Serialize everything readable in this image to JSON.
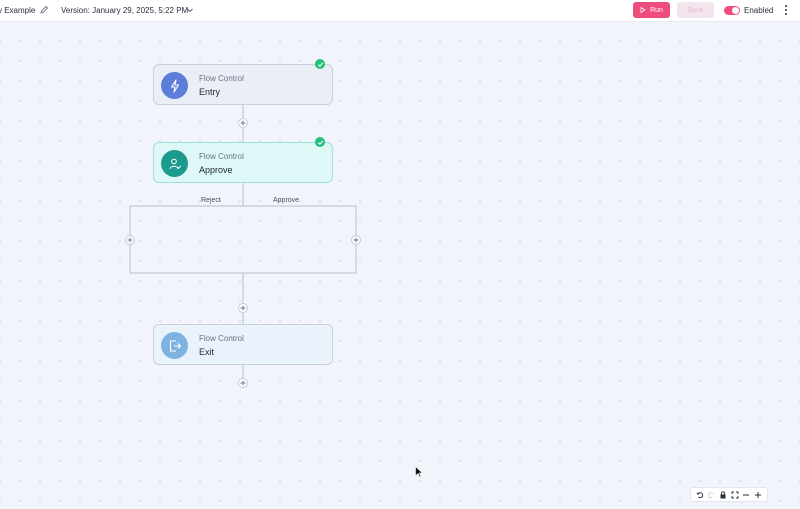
{
  "header": {
    "flow_name": "v Example",
    "version_label": "Version: January 29, 2025, 5:22 PM",
    "run_label": "Run",
    "save_label": "Save",
    "enabled_label": "Enabled"
  },
  "nodes": [
    {
      "type": "Flow Control",
      "title": "Entry",
      "icon": "lightning-icon"
    },
    {
      "type": "Flow Control",
      "title": "Approve",
      "icon": "user-approve-icon"
    },
    {
      "type": "Flow Control",
      "title": "Exit",
      "icon": "exit-icon"
    }
  ],
  "branches": {
    "left": "Reject",
    "right": "Approve"
  },
  "colors": {
    "accent": "#ee4d7e",
    "success": "#22c07a",
    "entry_icon": "#5d7ddb",
    "approve_icon": "#1c9a8d",
    "exit_icon": "#7fb3e2"
  }
}
